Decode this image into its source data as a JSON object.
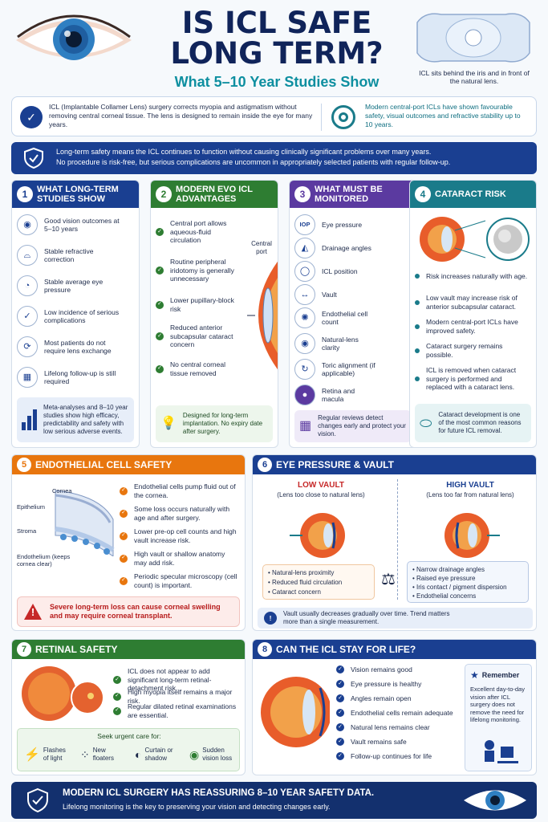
{
  "header": {
    "title_line1": "IS ICL SAFE",
    "title_line2": "LONG TERM?",
    "subtitle": "What 5–10 Year Studies Show",
    "lens_caption": "ICL sits behind the iris and in front of the natural lens."
  },
  "intro": {
    "left": "ICL (Implantable Collamer Lens) surgery corrects myopia and astigmatism without removing central corneal tissue. The lens is designed to remain inside the eye for many years.",
    "right": "Modern central-port ICLs have shown favourable safety, visual outcomes and refractive stability up to 10 years."
  },
  "definition": {
    "line1": "Long-term safety means the ICL continues to function without causing clinically significant problems over many years.",
    "line2": "No procedure is risk-free, but serious complications are uncommon in appropriately selected patients with regular follow-up."
  },
  "col1": {
    "num": "1",
    "title": "WHAT LONG-TERM STUDIES SHOW",
    "items": [
      {
        "icon": "eye-icon",
        "text": "Good vision outcomes at 5–10 years"
      },
      {
        "icon": "glasses-icon",
        "text": "Stable refractive correction"
      },
      {
        "icon": "gauge-icon",
        "text": "Stable average eye pressure"
      },
      {
        "icon": "shield-check-icon",
        "text": "Low incidence of serious complications"
      },
      {
        "icon": "cycle-icon",
        "text": "Most patients do not require lens exchange"
      },
      {
        "icon": "calendar-icon",
        "text": "Lifelong follow-up is still required"
      }
    ],
    "footer": "Meta-analyses and 8–10 year studies show high efficacy, predictability and safety with low serious adverse events."
  },
  "col2": {
    "num": "2",
    "title": "MODERN EVO ICL ADVANTAGES",
    "items": [
      "Central port allows aqueous-fluid circulation",
      "Routine peripheral iridotomy is generally unnecessary",
      "Lower pupillary-block risk",
      "Reduced anterior subcapsular cataract concern",
      "No central corneal tissue removed"
    ],
    "port_label": "Central port",
    "footer": "Designed for long-term implantation. No expiry date after surgery."
  },
  "col3": {
    "num": "3",
    "title": "WHAT MUST BE MONITORED",
    "items": [
      {
        "icon": "IOP",
        "text": "Eye pressure"
      },
      {
        "icon": "angle-icon",
        "text": "Drainage angles"
      },
      {
        "icon": "lens-position-icon",
        "text": "ICL position"
      },
      {
        "icon": "vault-icon",
        "text": "Vault"
      },
      {
        "icon": "cell-icon",
        "text": "Endothelial cell count"
      },
      {
        "icon": "eye-icon",
        "text": "Natural-lens clarity"
      },
      {
        "icon": "rotation-icon",
        "text": "Toric alignment (if applicable)"
      },
      {
        "icon": "retina-icon",
        "text": "Retina and macula"
      }
    ],
    "footer": "Regular reviews detect changes early and protect your vision."
  },
  "col4": {
    "num": "4",
    "title": "CATARACT RISK",
    "items": [
      "Risk increases naturally with age.",
      "Low vault may increase risk of anterior subcapsular cataract.",
      "Modern central-port ICLs have improved safety.",
      "Cataract surgery remains possible.",
      "ICL is removed when cataract surgery is performed and replaced with a cataract lens."
    ],
    "footer": "Cataract development is one of the most common reasons for future ICL removal."
  },
  "sec5": {
    "num": "5",
    "title": "ENDOTHELIAL CELL SAFETY",
    "labels": {
      "cornea": "Cornea",
      "epithelium": "Epithelium",
      "stroma": "Stroma",
      "endothelium": "Endothelium (keeps cornea clear)"
    },
    "items": [
      "Endothelial cells pump fluid out of the cornea.",
      "Some loss occurs naturally with age and after surgery.",
      "Lower pre-op cell counts and high vault increase risk.",
      "High vault or shallow anatomy may add risk.",
      "Periodic specular microscopy (cell count) is important."
    ],
    "warning": "Severe long-term loss can cause corneal swelling and may require corneal transplant."
  },
  "sec6": {
    "num": "6",
    "title": "EYE PRESSURE & VAULT",
    "low": {
      "title": "LOW VAULT",
      "sub": "(Lens too close to natural lens)",
      "items": [
        "Natural-lens proximity",
        "Reduced fluid circulation",
        "Cataract concern"
      ]
    },
    "high": {
      "title": "HIGH VAULT",
      "sub": "(Lens too far from natural lens)",
      "items": [
        "Narrow drainage angles",
        "Raised eye pressure",
        "Iris contact / pigment dispersion",
        "Endothelial concerns"
      ]
    },
    "note": "Vault usually decreases gradually over time. Trend matters more than a single measurement."
  },
  "sec7": {
    "num": "7",
    "title": "RETINAL SAFETY",
    "items": [
      "ICL does not appear to add significant long-term retinal-detachment risk.",
      "High myopia itself remains a major risk.",
      "Regular dilated retinal examinations are essential."
    ],
    "urgent_title": "Seek urgent care for:",
    "urgent": [
      "Flashes of light",
      "New floaters",
      "Curtain or shadow",
      "Sudden vision loss"
    ]
  },
  "sec8": {
    "num": "8",
    "title": "CAN THE ICL STAY FOR LIFE?",
    "items": [
      "Vision remains good",
      "Eye pressure is healthy",
      "Angles remain open",
      "Endothelial cells remain adequate",
      "Natural lens remains clear",
      "Vault remains safe",
      "Follow-up continues for life"
    ],
    "remember_title": "Remember",
    "remember_text": "Excellent day-to-day vision after ICL surgery does not remove the need for lifelong monitoring."
  },
  "bottom": {
    "line1": "MODERN ICL SURGERY HAS REASSURING 8–10 YEAR SAFETY DATA.",
    "line2": "Lifelong monitoring is the key to preserving your vision and detecting changes early."
  },
  "colors": {
    "navy": "#1a3f91",
    "teal": "#1a7b8a",
    "green": "#2e7d32",
    "purple": "#5b3aa0",
    "orange": "#e8760e",
    "red": "#c62828"
  }
}
